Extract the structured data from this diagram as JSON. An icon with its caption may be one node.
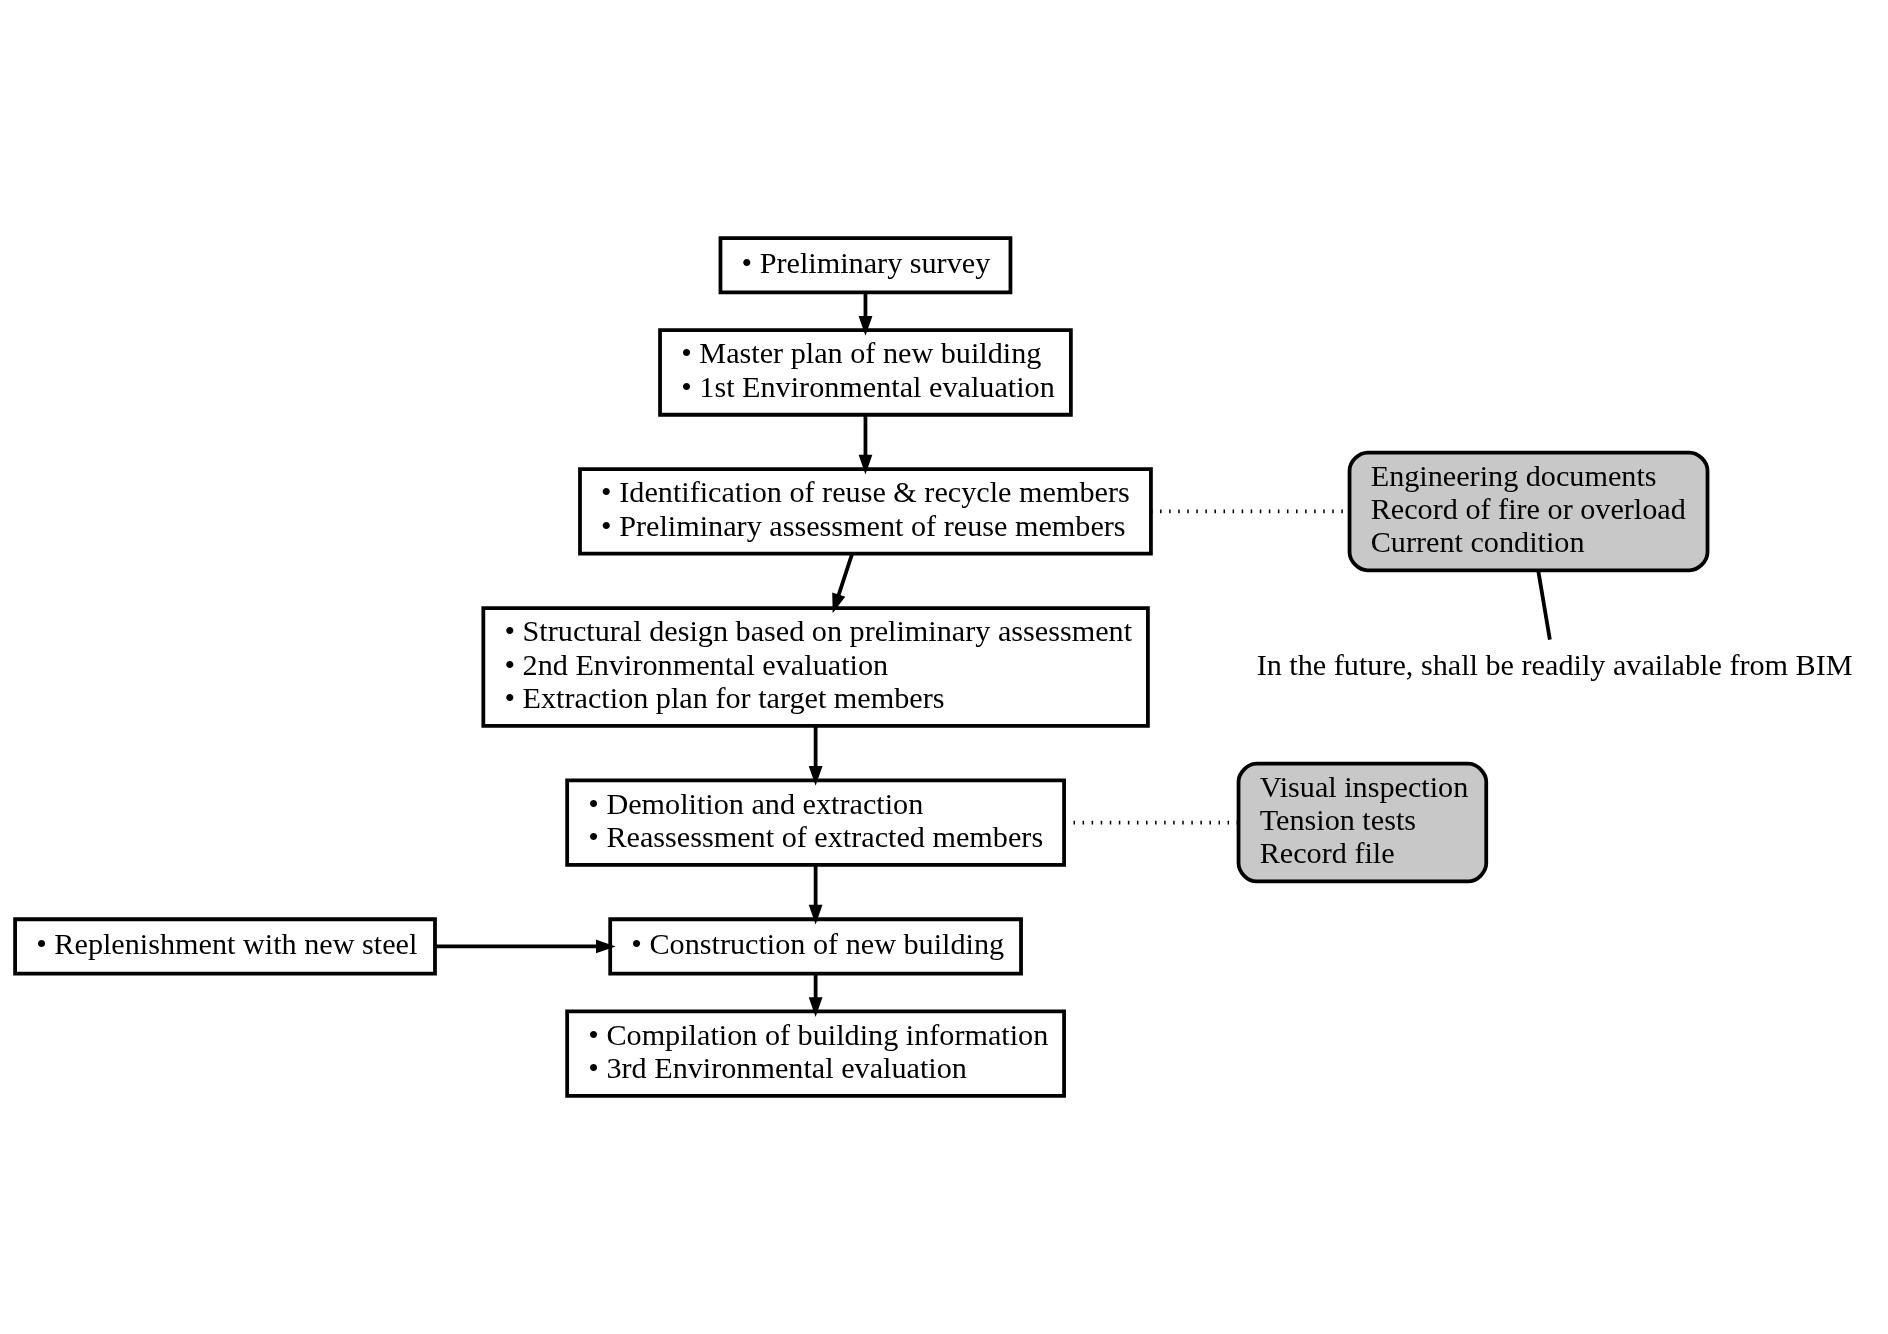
{
  "diagram": {
    "nodes": [
      {
        "text": [
          "• Preliminary survey"
        ]
      },
      {
        "text": [
          "• Master plan of new building",
          "• 1st Environmental evaluation"
        ]
      },
      {
        "text": [
          "• Identification of reuse & recycle members",
          "• Preliminary assessment of reuse members"
        ]
      },
      {
        "text": [
          "• Structural design based on preliminary assessment",
          "• 2nd Environmental evaluation",
          "• Extraction plan for target members"
        ]
      },
      {
        "text": [
          "• Demolition and extraction",
          "• Reassessment of extracted members"
        ]
      },
      {
        "text": [
          "• Construction of new building"
        ]
      },
      {
        "text": [
          "• Compilation of building information",
          "• 3rd Environmental evaluation"
        ]
      },
      {
        "text": [
          "Engineering documents",
          "Record of fire or overload",
          "Current condition"
        ]
      },
      {
        "text": [
          "In the future, shall be readily available from BIM"
        ]
      },
      {
        "text": [
          "Visual inspection",
          "Tension tests",
          "Record file"
        ]
      },
      {
        "text": [
          "• Replenishment with new steel"
        ]
      }
    ],
    "edges": [
      {
        "from": 0,
        "to": 1,
        "arrow": "to"
      },
      {
        "from": 1,
        "to": 2,
        "arrow": "to"
      },
      {
        "from": 2,
        "to": 3,
        "arrow": "to"
      },
      {
        "from": 3,
        "to": 4,
        "arrow": "to"
      },
      {
        "from": 4,
        "to": 5,
        "arrow": "to"
      },
      {
        "from": 5,
        "to": 6,
        "arrow": "to"
      },
      {
        "from": 2,
        "to": 7,
        "arrow": "none",
        "style": "dashed"
      },
      {
        "from": 7,
        "to": 8,
        "arrow": "none"
      },
      {
        "from": 4,
        "to": 9,
        "arrow": "none",
        "style": "dashed"
      },
      {
        "from": 10,
        "to": 5,
        "arrow": "to"
      }
    ]
  }
}
